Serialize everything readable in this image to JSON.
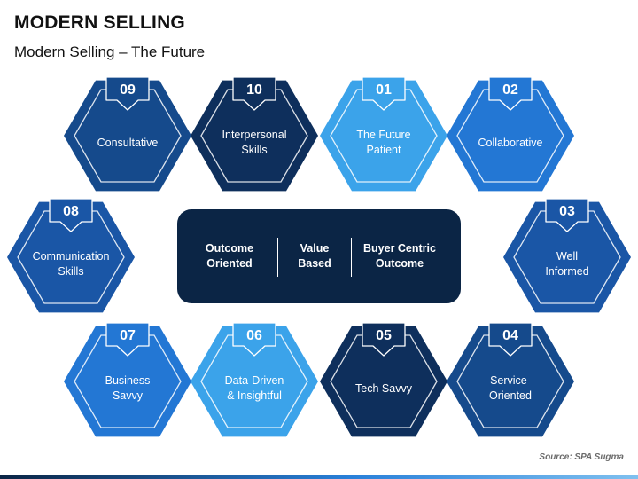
{
  "title": "MODERN SELLING",
  "subtitle": "Modern Selling – The Future",
  "center": {
    "pillars": [
      {
        "line1": "Outcome",
        "line2": "Oriented"
      },
      {
        "line1": "Value",
        "line2": "Based"
      },
      {
        "line1": "Buyer Centric",
        "line2": "Outcome"
      }
    ]
  },
  "hexagons": [
    {
      "num": "01",
      "lines": [
        "The Future",
        "Patient"
      ],
      "color": "#3ba3ea"
    },
    {
      "num": "02",
      "lines": [
        "Collaborative"
      ],
      "color": "#2377d4"
    },
    {
      "num": "03",
      "lines": [
        "Well",
        "Informed"
      ],
      "color": "#1a56a6"
    },
    {
      "num": "04",
      "lines": [
        "Service-",
        "Oriented"
      ],
      "color": "#154a8c"
    },
    {
      "num": "05",
      "lines": [
        "Tech Savvy"
      ],
      "color": "#0e2f5c"
    },
    {
      "num": "06",
      "lines": [
        "Data-Driven",
        "& Insightful"
      ],
      "color": "#3ba3ea"
    },
    {
      "num": "07",
      "lines": [
        "Business",
        "Savvy"
      ],
      "color": "#2377d4"
    },
    {
      "num": "08",
      "lines": [
        "Communication",
        "Skills"
      ],
      "color": "#1a56a6"
    },
    {
      "num": "09",
      "lines": [
        "Consultative"
      ],
      "color": "#154a8c"
    },
    {
      "num": "10",
      "lines": [
        "Interpersonal",
        "Skills"
      ],
      "color": "#0e2f5c"
    }
  ],
  "source": "Source: SPA Sugma"
}
